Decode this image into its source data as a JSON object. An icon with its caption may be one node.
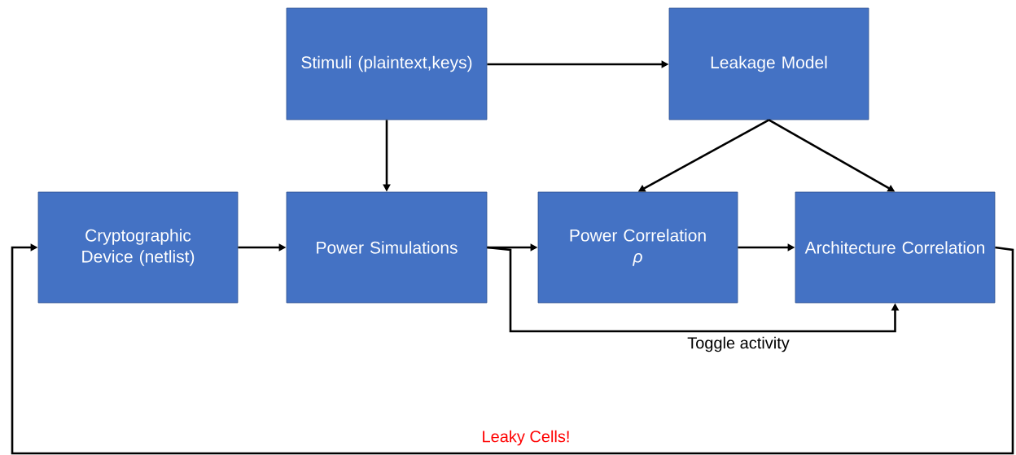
{
  "diagram": {
    "nodes": [
      {
        "text": [
          "Stimuli (plaintext,keys)"
        ]
      },
      {
        "text": [
          "Leakage Model"
        ]
      },
      {
        "text": [
          "Cryptographic Device (netlist)"
        ]
      },
      {
        "text": [
          "Power Simulations"
        ]
      },
      {
        "text": [
          "Power Correlation",
          "ρ"
        ]
      },
      {
        "text": [
          "Architecture Correlation"
        ]
      }
    ],
    "edges": [
      {
        "from": 0,
        "to": 1,
        "arrow": "to"
      },
      {
        "from": 0,
        "to": 3,
        "arrow": "to"
      },
      {
        "from": 1,
        "to": 4,
        "arrow": "to"
      },
      {
        "from": 1,
        "to": 5,
        "arrow": "to"
      },
      {
        "from": 2,
        "to": 3,
        "arrow": "to"
      },
      {
        "from": 3,
        "to": 4,
        "arrow": "to"
      },
      {
        "from": 3,
        "to": 5,
        "arrow": "to",
        "label": "Toggle activity"
      },
      {
        "from": 4,
        "to": 5,
        "arrow": "to"
      },
      {
        "from": 5,
        "to": 2,
        "arrow": "to",
        "label": "Leaky Cells!"
      }
    ]
  }
}
